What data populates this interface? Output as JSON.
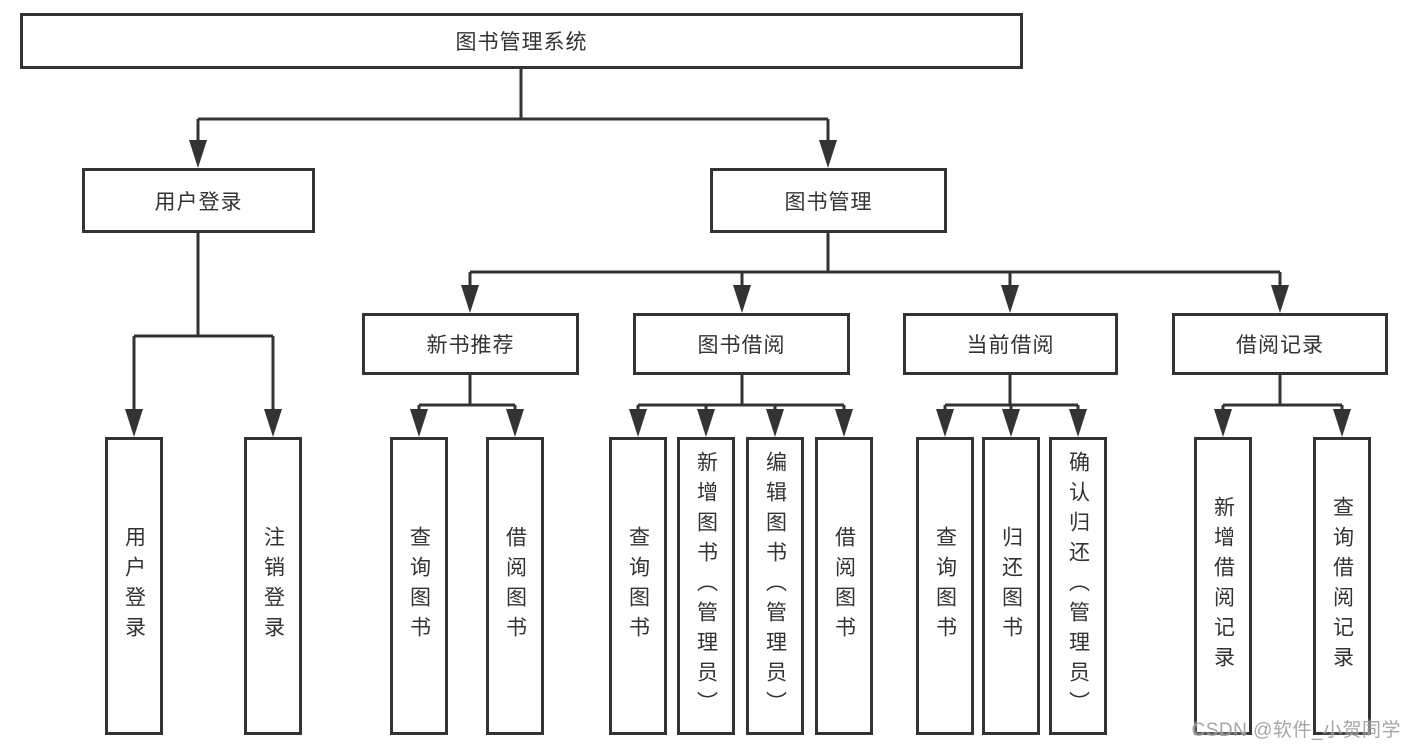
{
  "title": {
    "label": "图书管理系统"
  },
  "tree": {
    "user_login": {
      "label": "用户登录",
      "children": [
        {
          "label": "用户登录"
        },
        {
          "label": "注销登录"
        }
      ]
    },
    "book_management": {
      "label": "图书管理",
      "sections": [
        {
          "label": "新书推荐",
          "children": [
            {
              "label": "查询图书"
            },
            {
              "label": "借阅图书"
            }
          ]
        },
        {
          "label": "图书借阅",
          "children": [
            {
              "label": "查询图书"
            },
            {
              "label": "新增图书（管理员）"
            },
            {
              "label": "编辑图书（管理员）"
            },
            {
              "label": "借阅图书"
            }
          ]
        },
        {
          "label": "当前借阅",
          "children": [
            {
              "label": "查询图书"
            },
            {
              "label": "归还图书"
            },
            {
              "label": "确认归还（管理员）"
            }
          ]
        },
        {
          "label": "借阅记录",
          "children": [
            {
              "label": "新增借阅记录"
            },
            {
              "label": "查询借阅记录"
            }
          ]
        }
      ]
    }
  },
  "watermark": {
    "text": "CSDN @软件_小贺同学"
  },
  "colors": {
    "line": "#333333",
    "text": "#333333",
    "background": "#ffffff",
    "watermark": "#969696"
  }
}
